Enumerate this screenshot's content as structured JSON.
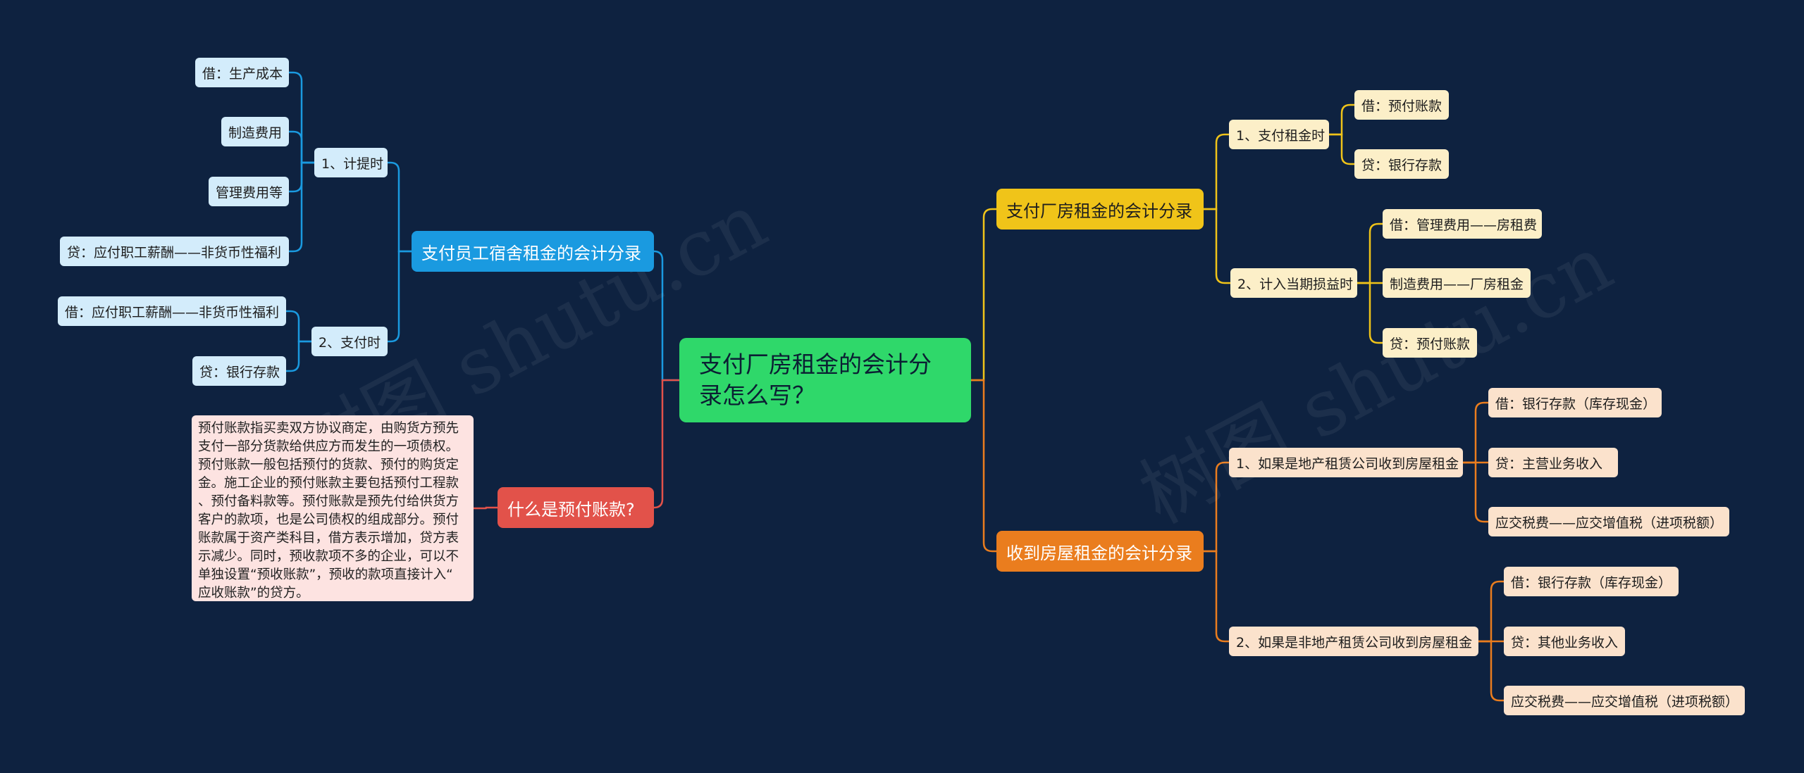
{
  "root": {
    "title": "支付厂房租金的会计分录怎么写？"
  },
  "left": {
    "dormitory": {
      "label": "支付员工宿舍租金的会计分录",
      "accrual": {
        "label": "1、计提时",
        "items": [
          "借：生产成本",
          "制造费用",
          "管理费用等",
          "贷：应付职工薪酬——非货币性福利"
        ]
      },
      "payment": {
        "label": "2、支付时",
        "items": [
          "借：应付职工薪酬——非货币性福利",
          "贷：银行存款"
        ]
      }
    },
    "prepaid": {
      "label": "什么是预付账款?",
      "lines": [
        "预付账款指买卖双方协议商定，由购货方预先",
        "支付一部分货款给供应方而发生的一项债权。",
        "预付账款一般包括预付的货款、预付的购货定",
        "金。施工企业的预付账款主要包括预付工程款",
        "、预付备料款等。预付账款是预先付给供货方",
        "客户的款项，也是公司债权的组成部分。预付",
        "账款属于资产类科目，借方表示增加，贷方表",
        "示减少。同时，预收款项不多的企业，可以不",
        "单独设置“预收账款”，预收的款项直接计入“",
        "应收账款”的贷方。"
      ]
    }
  },
  "right": {
    "pay_rent": {
      "label": "支付厂房租金的会计分录",
      "paying": {
        "label": "1、支付租金时",
        "items": [
          "借：预付账款",
          "贷：银行存款"
        ]
      },
      "expensing": {
        "label": "2、计入当期损益时",
        "items": [
          "借：管理费用——房租费",
          "制造费用——厂房租金",
          "贷：预付账款"
        ]
      }
    },
    "receive_rent": {
      "label": "收到房屋租金的会计分录",
      "realestate": {
        "label": "1、如果是地产租赁公司收到房屋租金",
        "items": [
          "借：银行存款（库存现金）",
          "贷：主营业务收入",
          "应交税费——应交增值税（进项税额）"
        ]
      },
      "nonrealestate": {
        "label": "2、如果是非地产租赁公司收到房屋租金",
        "items": [
          "借：银行存款（库存现金）",
          "贷：其他业务收入",
          "应交税费——应交增值税（进项税额）"
        ]
      }
    }
  },
  "watermarks": [
    "树图 shutu.cn",
    "树图 shutu.cn"
  ],
  "colors": {
    "background": "#0e2240",
    "root": "#2fd86a",
    "blue": "#1a9ae0",
    "red": "#e2524a",
    "yellow": "#f0c419",
    "orange": "#ea7d1e"
  }
}
